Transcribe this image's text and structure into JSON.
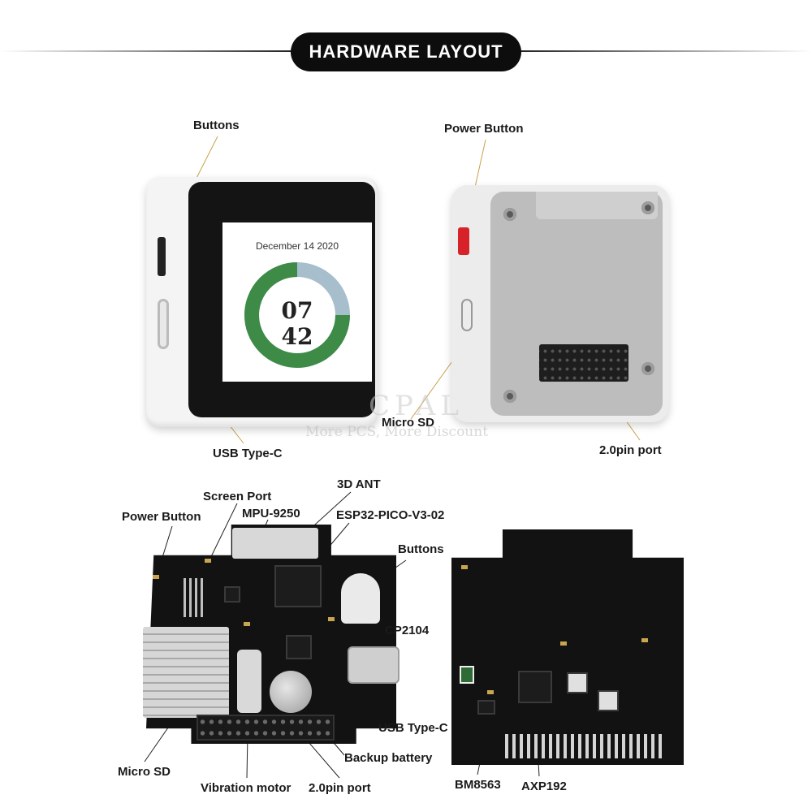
{
  "header": {
    "title": "HARDWARE LAYOUT"
  },
  "device_front": {
    "date": "December 14 2020",
    "hour": "07",
    "minute": "42",
    "ring_colors": {
      "primary": "#3d8b47",
      "secondary": "#a7bfcc"
    }
  },
  "labels": {
    "buttons_top": "Buttons",
    "power_button_top": "Power Button",
    "usb_type_c_top": "USB Type-C",
    "micro_sd_top": "Micro SD",
    "pin_port_top": "2.0pin port",
    "screen_port": "Screen Port",
    "three_d_ant": "3D ANT",
    "power_button_pcb": "Power Button",
    "mpu": "MPU-9250",
    "esp32": "ESP32-PICO-V3-02",
    "buttons_pcb": "Buttons",
    "cp2104": "CP2104",
    "usb_type_c_pcb": "USB Type-C",
    "backup_battery": "Backup battery",
    "micro_sd_pcb": "Micro SD",
    "vibration_motor": "Vibration motor",
    "pin_port_pcb": "2.0pin port",
    "bm8563": "BM8563",
    "axp192": "AXP192"
  },
  "watermark": {
    "brand": "CPAL",
    "tagline": "More PCS, More Discount"
  },
  "colors": {
    "accent_red": "#d8222a",
    "pill": "#0d0d0d",
    "pcb": "#121212"
  }
}
